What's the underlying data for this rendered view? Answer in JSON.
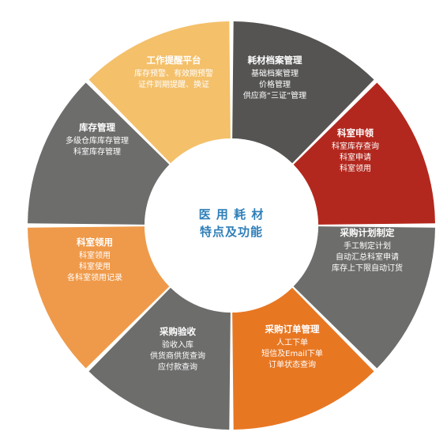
{
  "center": {
    "line1": "医 用 耗 材",
    "line2": "特点及功能"
  },
  "colors": {
    "dark_gray": "#555453",
    "mid_gray": "#6d6d6c",
    "red": "#b3281e",
    "orange": "#e87722",
    "light_orange": "#ef9a4a",
    "yellow": "#f4c06a",
    "center_text": "#2f7fb8"
  },
  "segments": [
    {
      "title": "耗材档案管理",
      "lines": [
        "基础档案管理",
        "价格管理",
        "供应商“三证”管理"
      ],
      "color": "#555453"
    },
    {
      "title": "科室申领",
      "lines": [
        "科室库存查询",
        "科室申请",
        "科室领用"
      ],
      "color": "#b3281e"
    },
    {
      "title": "采购计划制定",
      "lines": [
        "手工制定计划",
        "自动汇总科室申请",
        "库存上下限自动订货"
      ],
      "color": "#6d6d6c"
    },
    {
      "title": "采购订单管理",
      "lines": [
        "人工下单",
        "短信及Email下单",
        "订单状态查询"
      ],
      "color": "#e87722"
    },
    {
      "title": "采购验收",
      "lines": [
        "验收入库",
        "供货商供货查询",
        "应付款查询"
      ],
      "color": "#6d6d6c"
    },
    {
      "title": "科室领用",
      "lines": [
        "科室领用",
        "科室使用",
        "各科室领用记录"
      ],
      "color": "#ef9a4a"
    },
    {
      "title": "库存管理",
      "lines": [
        "多级仓库库存管理",
        "科室库存管理"
      ],
      "color": "#6d6d6c"
    },
    {
      "title": "工作提醒平台",
      "lines": [
        "库存预警、有效期预警",
        "证件到期提醒、换证"
      ],
      "color": "#f4c06a"
    }
  ]
}
